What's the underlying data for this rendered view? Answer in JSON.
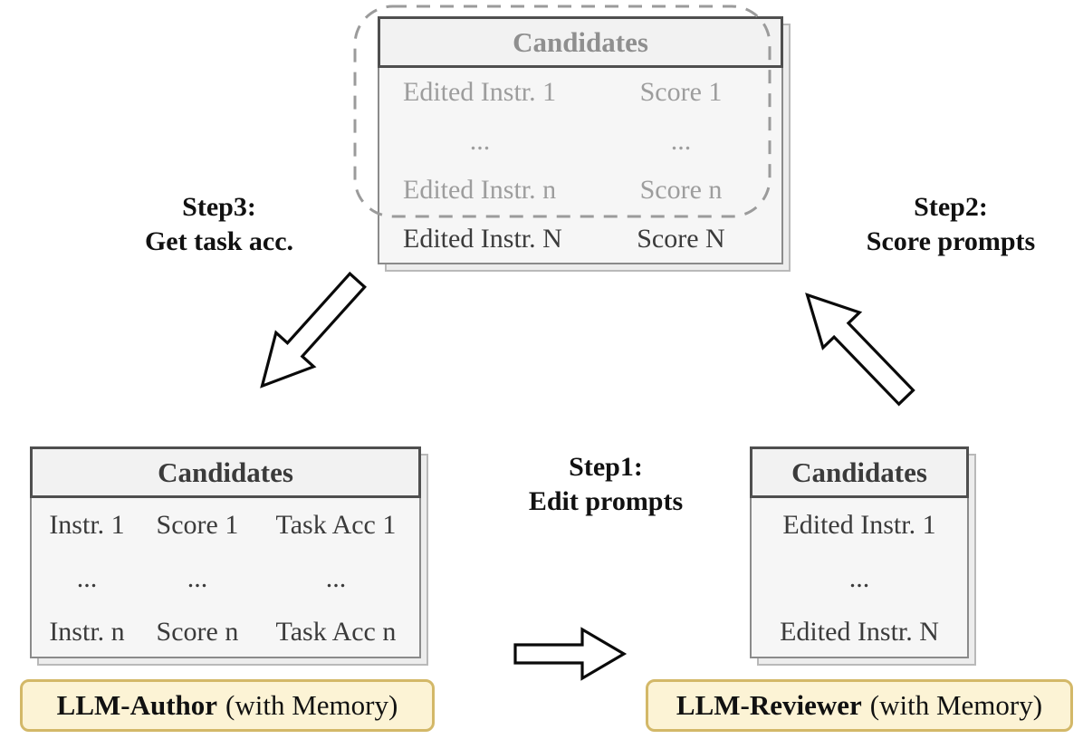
{
  "colors": {
    "page-bg": "#ffffff",
    "table-fill": "#f6f6f6",
    "table-border": "#8b8b8b",
    "header-border": "#4f4f4f",
    "shadow-fill": "#ededed",
    "shadow-border": "#b9b9b9",
    "muted-header": "#8f8f8f",
    "muted-text": "#9d9d9d",
    "dark-text": "#3b3b3b",
    "label-fill": "#fcf3d5",
    "label-border": "#d3b868",
    "dashed-stroke": "#9b9b9b",
    "arrow-stroke": "#0a0a0a",
    "text-black": "#111111"
  },
  "top_table": {
    "title": "Candidates",
    "rows": [
      [
        "Edited Instr. 1",
        "Score 1"
      ],
      [
        "...",
        "..."
      ],
      [
        "Edited Instr. n",
        "Score n"
      ],
      [
        "Edited Instr. N",
        "Score N"
      ]
    ]
  },
  "left_table": {
    "title": "Candidates",
    "rows": [
      [
        "Instr. 1",
        "Score 1",
        "Task Acc 1"
      ],
      [
        "...",
        "...",
        "..."
      ],
      [
        "Instr. n",
        "Score n",
        "Task Acc n"
      ]
    ]
  },
  "right_table": {
    "title": "Candidates",
    "rows": [
      [
        "Edited Instr. 1"
      ],
      [
        "..."
      ],
      [
        "Edited Instr. N"
      ]
    ]
  },
  "steps": {
    "step1": {
      "title": "Step1:",
      "subtitle": "Edit prompts"
    },
    "step2": {
      "title": "Step2:",
      "subtitle": "Score prompts"
    },
    "step3": {
      "title": "Step3:",
      "subtitle": "Get task acc."
    }
  },
  "author_label": {
    "bold": "LLM-Author",
    "normal": "(with Memory)"
  },
  "reviewer_label": {
    "bold": "LLM-Reviewer",
    "normal": "(with Memory)"
  }
}
